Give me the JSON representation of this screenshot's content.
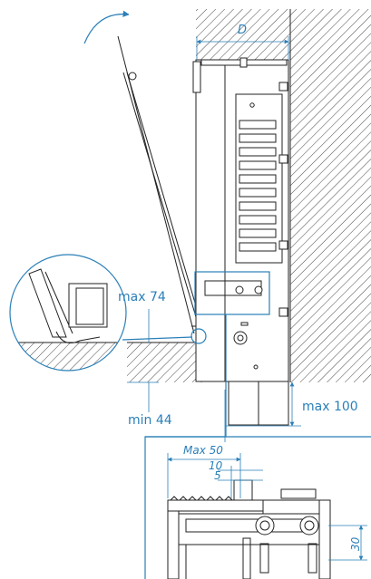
{
  "labels": {
    "depth": "D",
    "max_74": "max 74",
    "min_44": "min 44",
    "max_100": "max 100",
    "max_50": "Max 50",
    "ten": "10",
    "five": "5",
    "thirty": "30"
  },
  "colors": {
    "accent": "#2a7fb8",
    "ink": "#222222",
    "hatch": "#333333",
    "background": "#ffffff"
  }
}
